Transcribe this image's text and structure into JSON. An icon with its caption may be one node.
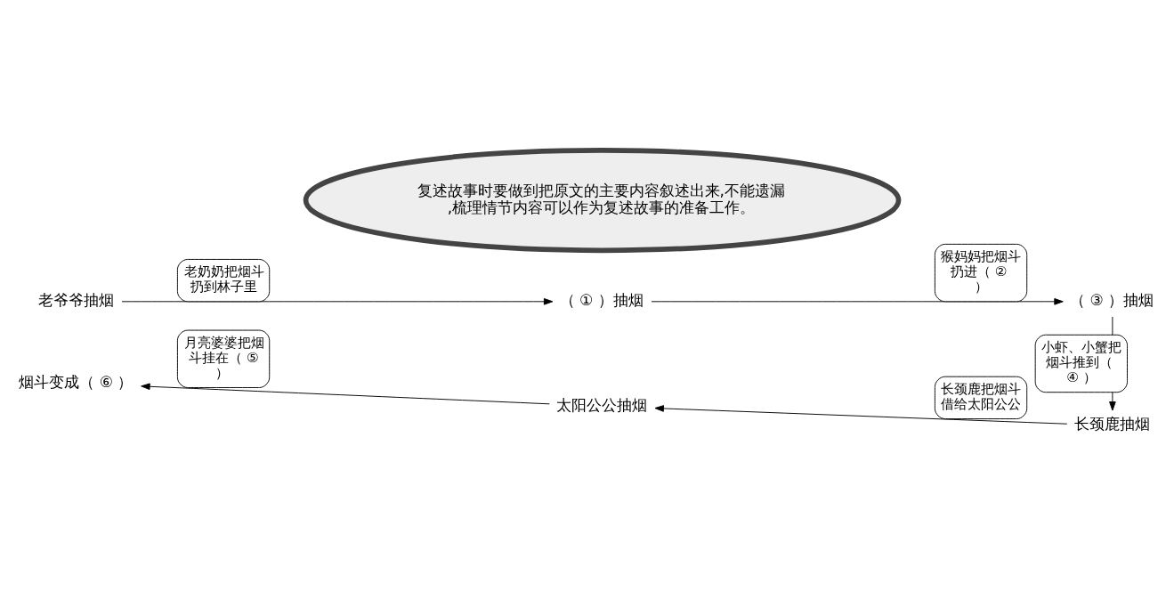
{
  "diagram": {
    "nodes": [
      {
        "text": [
          "老爷爷抽烟"
        ]
      },
      {
        "text": [
          "（ ① ）抽烟"
        ]
      },
      {
        "text": [
          "（ ③ ）抽烟"
        ]
      },
      {
        "text": [
          "长颈鹿抽烟"
        ]
      },
      {
        "text": [
          "太阳公公抽烟"
        ]
      },
      {
        "text": [
          "烟斗变成（ ⑥ ）"
        ]
      },
      {
        "text": [
          "复述故事时要做到把原文的主要内容叙述出来,不能遗漏,梳理情节内容可以作为复述故事的准备工作。"
        ]
      }
    ],
    "edges": [
      {
        "from": 0,
        "to": 1,
        "arrow": "to",
        "label": "老奶奶把烟斗扔到林子里"
      },
      {
        "from": 1,
        "to": 2,
        "arrow": "to",
        "label": "猴妈妈把烟斗扔进（ ② ）"
      },
      {
        "from": 2,
        "to": 3,
        "arrow": "to",
        "label": "小虾、小蟹把烟斗推到（ ④ ）"
      },
      {
        "from": 3,
        "to": 4,
        "arrow": "to",
        "label": "长颈鹿把烟斗借给太阳公公"
      },
      {
        "from": 4,
        "to": 5,
        "arrow": "to",
        "label": "月亮婆婆把烟斗挂在（ ⑤ ）"
      }
    ]
  }
}
